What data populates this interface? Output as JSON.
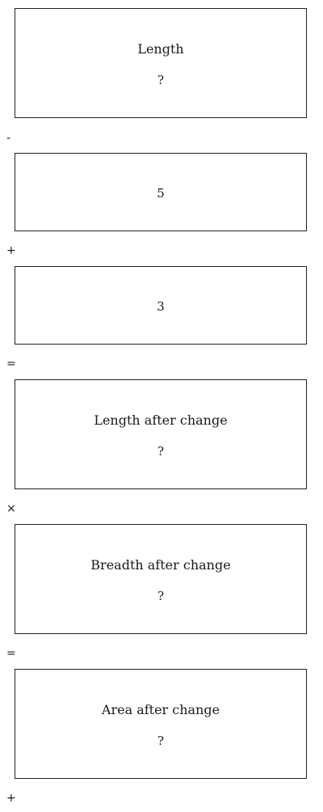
{
  "boxes": [
    {
      "label": "Length",
      "value": "?"
    },
    {
      "value": "5"
    },
    {
      "value": "3"
    },
    {
      "label": "Length after change",
      "value": "?"
    },
    {
      "label": "Breadth after change",
      "value": "?"
    },
    {
      "label": "Area after change",
      "value": "?"
    }
  ],
  "operators": [
    "-",
    "+",
    "=",
    "×",
    "=",
    "+"
  ]
}
